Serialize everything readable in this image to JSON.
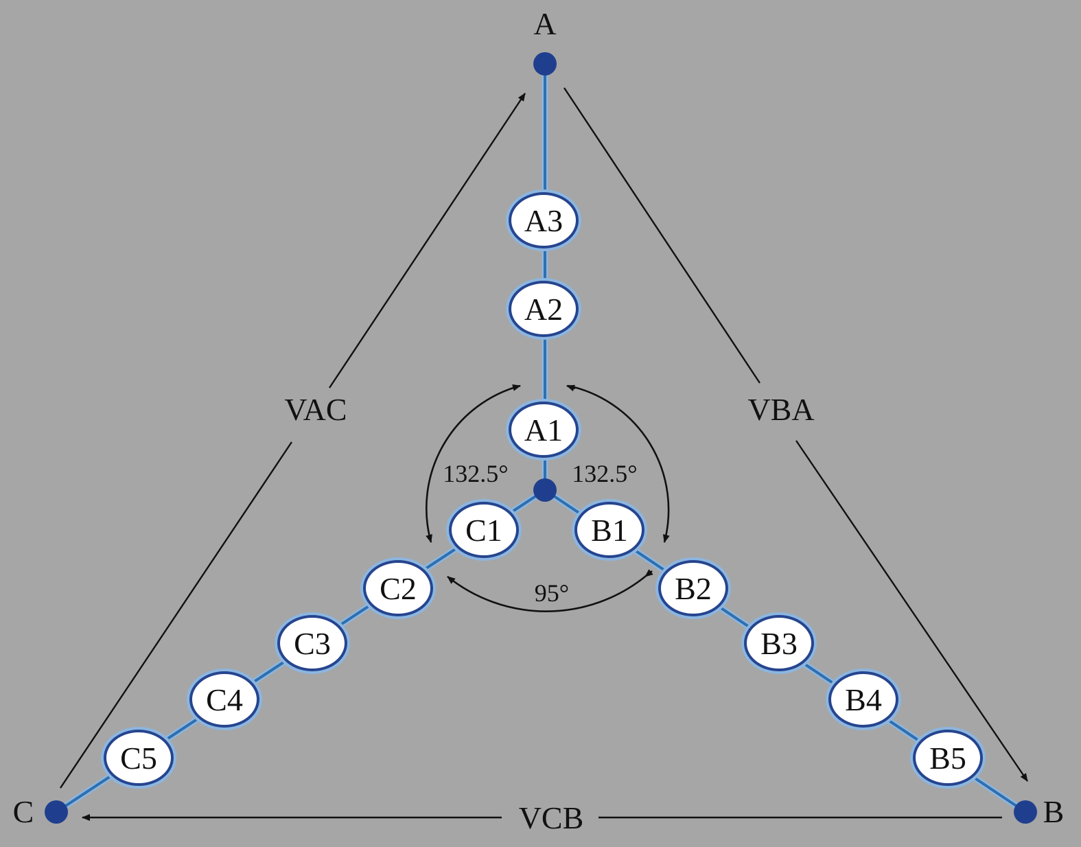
{
  "colors": {
    "background": "#a6a6a6",
    "wire": "#2f6fae",
    "wire_glow": "#8cb6e0",
    "node_stroke": "#26458f",
    "node_fill": "#ffffff",
    "dot": "#1f3f8e",
    "arrow": "#111111"
  },
  "vertices": {
    "A": {
      "label": "A"
    },
    "B": {
      "label": "B"
    },
    "C": {
      "label": "C"
    }
  },
  "line_voltages": {
    "VAC": "VAC",
    "VBA": "VBA",
    "VCB": "VCB"
  },
  "angles": {
    "ac": "132.5°",
    "ab": "132.5°",
    "bc": "95°"
  },
  "branches": {
    "A": [
      "A1",
      "A2",
      "A3"
    ],
    "B": [
      "B1",
      "B2",
      "B3",
      "B4",
      "B5"
    ],
    "C": [
      "C1",
      "C2",
      "C3",
      "C4",
      "C5"
    ]
  }
}
